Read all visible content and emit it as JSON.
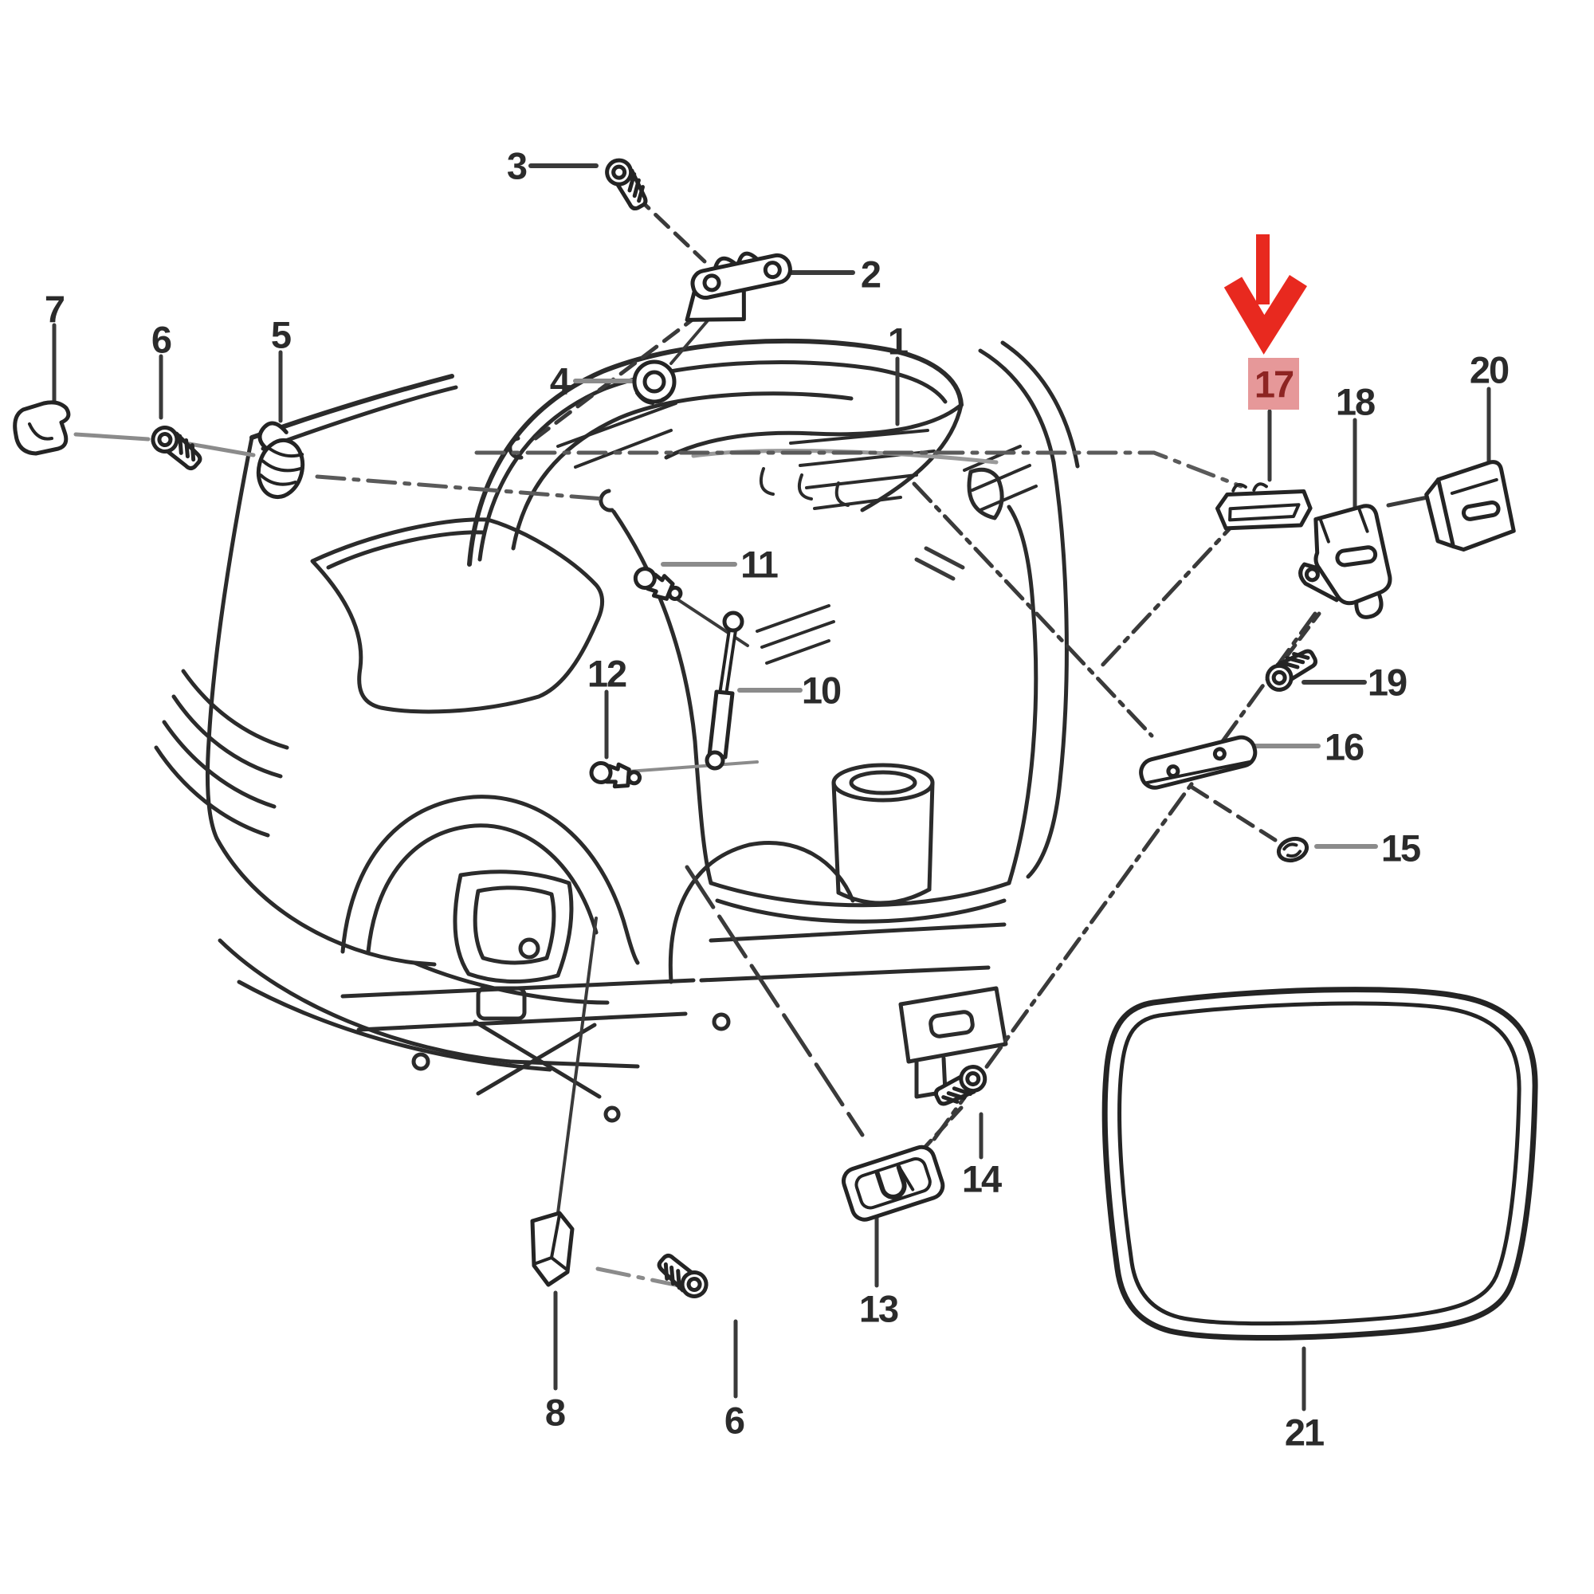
{
  "diagram": {
    "type": "exploded-parts-diagram",
    "subject": "rear tailgate / hatch assembly",
    "background_color": "#ffffff",
    "line_color": "#2b2b2b",
    "leader_color": "#8b8b8b",
    "highlight": {
      "arrow_icon": "red-down-arrow",
      "arrow_color": "#e8291f",
      "box_fill": "#e69899",
      "box_text_color": "#8d2422",
      "highlighted_part": "17"
    },
    "labels": [
      {
        "text": "1"
      },
      {
        "text": "2"
      },
      {
        "text": "3"
      },
      {
        "text": "4"
      },
      {
        "text": "5"
      },
      {
        "text": "6"
      },
      {
        "text": "7"
      },
      {
        "text": "8"
      },
      {
        "text": "6"
      },
      {
        "text": "10"
      },
      {
        "text": "11"
      },
      {
        "text": "12"
      },
      {
        "text": "13"
      },
      {
        "text": "14"
      },
      {
        "text": "15"
      },
      {
        "text": "16"
      },
      {
        "text": "17"
      },
      {
        "text": "18"
      },
      {
        "text": "19"
      },
      {
        "text": "20"
      },
      {
        "text": "21"
      }
    ]
  }
}
